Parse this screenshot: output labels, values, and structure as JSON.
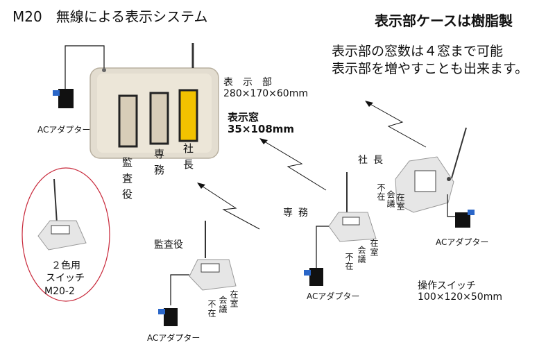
{
  "header": {
    "title": "M20　無線による表示システム",
    "right_title": "表示部ケースは樹脂製"
  },
  "note": {
    "line1": "表示部の窓数は４窓まで可能",
    "line2": "表示部を増やすことも出来ます。"
  },
  "display_unit": {
    "label": "表　示　部",
    "size": "280×170×60mm",
    "window_label": "表示窓",
    "window_size": "35×108mm",
    "slot_names": [
      "監査役",
      "専務",
      "社長"
    ],
    "lit_color": "#f2c200"
  },
  "adapter_label": "ACアダプター",
  "standalone_switch": {
    "line1": "２色用",
    "line2": "スイッチ",
    "model": "M20-2"
  },
  "switches": {
    "kansayaku": "監査役",
    "senmu": "専務",
    "shacho": "社長",
    "status_present": "在室",
    "status_meeting": "会議",
    "status_absent": "不在"
  },
  "operation_switch": {
    "label": "操作スイッチ",
    "size": "100×120×50mm"
  }
}
